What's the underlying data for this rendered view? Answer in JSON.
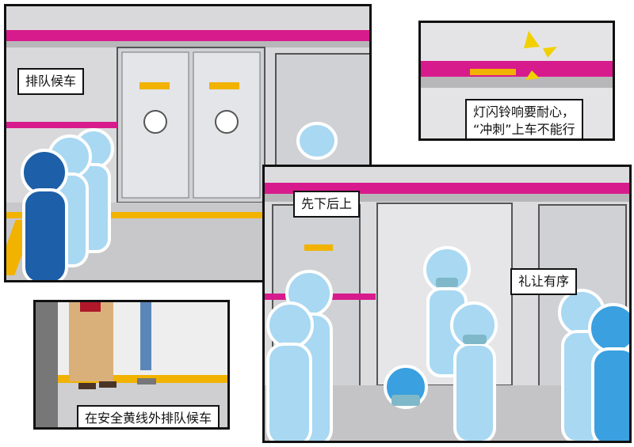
{
  "panels": {
    "queue": {
      "caption": "排队候车"
    },
    "light": {
      "caption": "灯闪铃响要耐心，\n“冲刺”上车不能行"
    },
    "yellow_line": {
      "caption": "在安全黄线外排队候车"
    },
    "boarding": {
      "caption_exit_first": "先下后上",
      "caption_courtesy": "礼让有序"
    }
  },
  "colors": {
    "door_stripe": "#d81b8c",
    "warning_line": "#f2b200",
    "figure_light": "#a8d8f2",
    "figure_dark": "#1d5fa8"
  }
}
